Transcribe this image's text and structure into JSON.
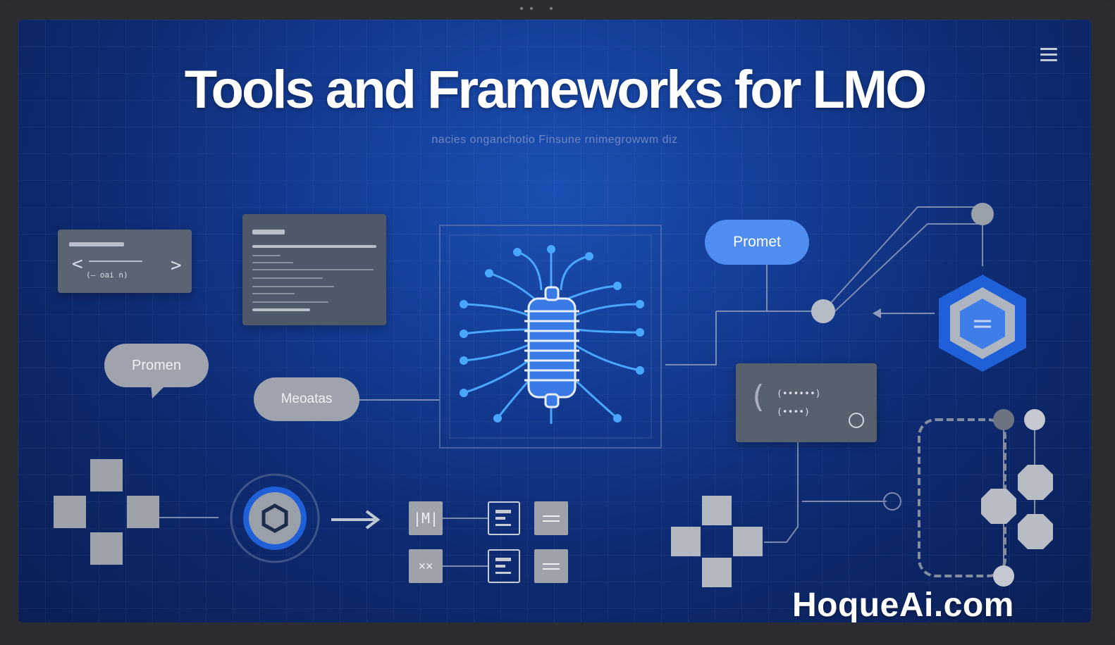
{
  "slide": {
    "title": "Tools and Frameworks for LMO",
    "subtitle": "nacies onganchotio Finsune rnimegrowwm diz"
  },
  "labels": {
    "promet": "Promet",
    "promen": "Promen",
    "meoatas": "Meoatas",
    "node_m": "|M|",
    "node_x": "××"
  },
  "code_panels": {
    "left_snippet": "(— oai n)",
    "right_line_1": "(••••••)",
    "right_line_2": "(••••)"
  },
  "watermark": "HoqueAi.com",
  "colors": {
    "background": "#123a8f",
    "accent_blue": "#4f8df0",
    "circuit_blue": "#4aa6ff",
    "node_gray": "#9ea3ad"
  },
  "icons": [
    "menu-icon",
    "chip-icon",
    "hexagon-icon",
    "gear-icon",
    "arrow-right-icon",
    "chain-icon",
    "puzzle-icon"
  ]
}
